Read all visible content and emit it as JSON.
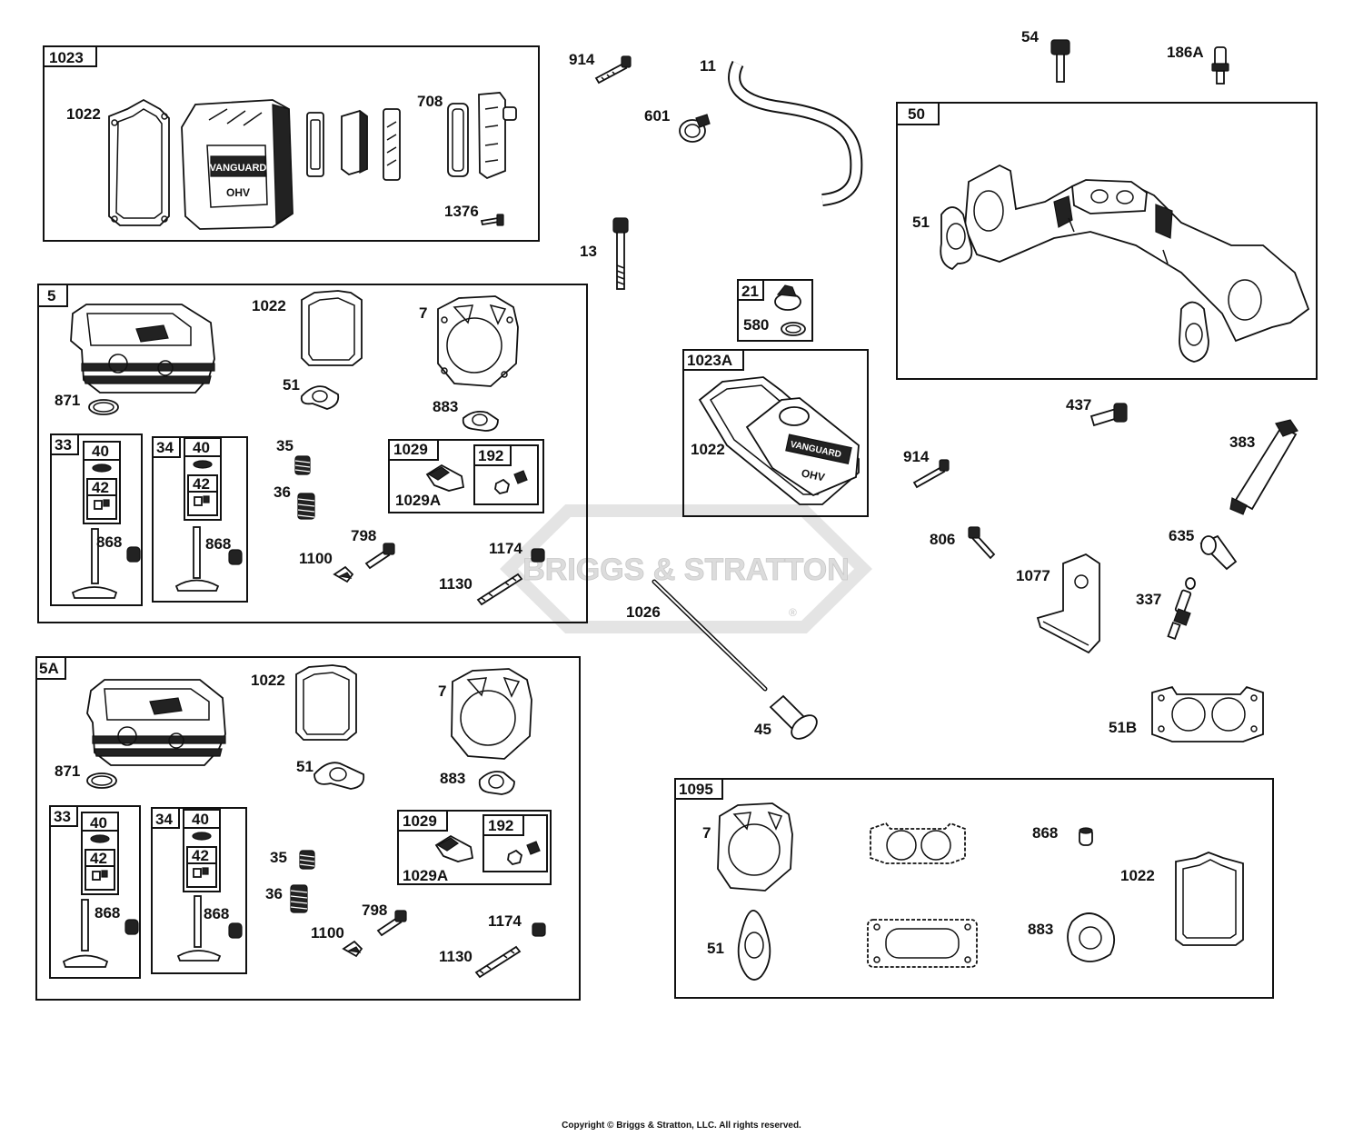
{
  "watermark": {
    "text": "BRIGGS & STRATTON",
    "color": "#d9d9d9",
    "mark": "®"
  },
  "copyright": "Copyright © Briggs & Stratton, LLC. All rights reserved.",
  "boxes": {
    "b1023": "1023",
    "b5": "5",
    "b5a": "5A",
    "b33": "33",
    "b34": "34",
    "b5a33": "33",
    "b5a34": "34",
    "b1029": "1029",
    "b5a1029": "1029",
    "b192": "192",
    "b5a192": "192",
    "b21": "21",
    "b1023a": "1023A",
    "b50": "50",
    "b1095": "1095",
    "b40": "40",
    "b42": "42",
    "b40b": "40",
    "b42b": "42",
    "b40c": "40",
    "b42c": "42",
    "b40d": "40",
    "b42d": "42"
  },
  "labels": {
    "l1022a": "1022",
    "l708": "708",
    "l1376": "1376",
    "l914a": "914",
    "l11": "11",
    "l601": "601",
    "l13": "13",
    "l54": "54",
    "l186a": "186A",
    "l51a": "51",
    "l871a": "871",
    "l1022b": "1022",
    "l7a": "7",
    "l51b": "51",
    "l883a": "883",
    "l35a": "35",
    "l36a": "36",
    "l1029a1": "1029A",
    "l868a": "868",
    "l868b": "868",
    "l798a": "798",
    "l1100a": "1100",
    "l1174a": "1174",
    "l1130a": "1130",
    "l580": "580",
    "l1022c": "1022",
    "l437": "437",
    "l914b": "914",
    "l383": "383",
    "l806": "806",
    "l635": "635",
    "l1077": "1077",
    "l337": "337",
    "l1026": "1026",
    "l45": "45",
    "l51B": "51B",
    "l871b": "871",
    "l1022d": "1022",
    "l7b": "7",
    "l51c": "51",
    "l883b": "883",
    "l35b": "35",
    "l36b": "36",
    "l1029a2": "1029A",
    "l868c": "868",
    "l868d": "868",
    "l798b": "798",
    "l1100b": "1100",
    "l1174b": "1174",
    "l1130b": "1130",
    "l7c": "7",
    "l868e": "868",
    "l1022e": "1022",
    "l51d": "51",
    "l883c": "883"
  }
}
